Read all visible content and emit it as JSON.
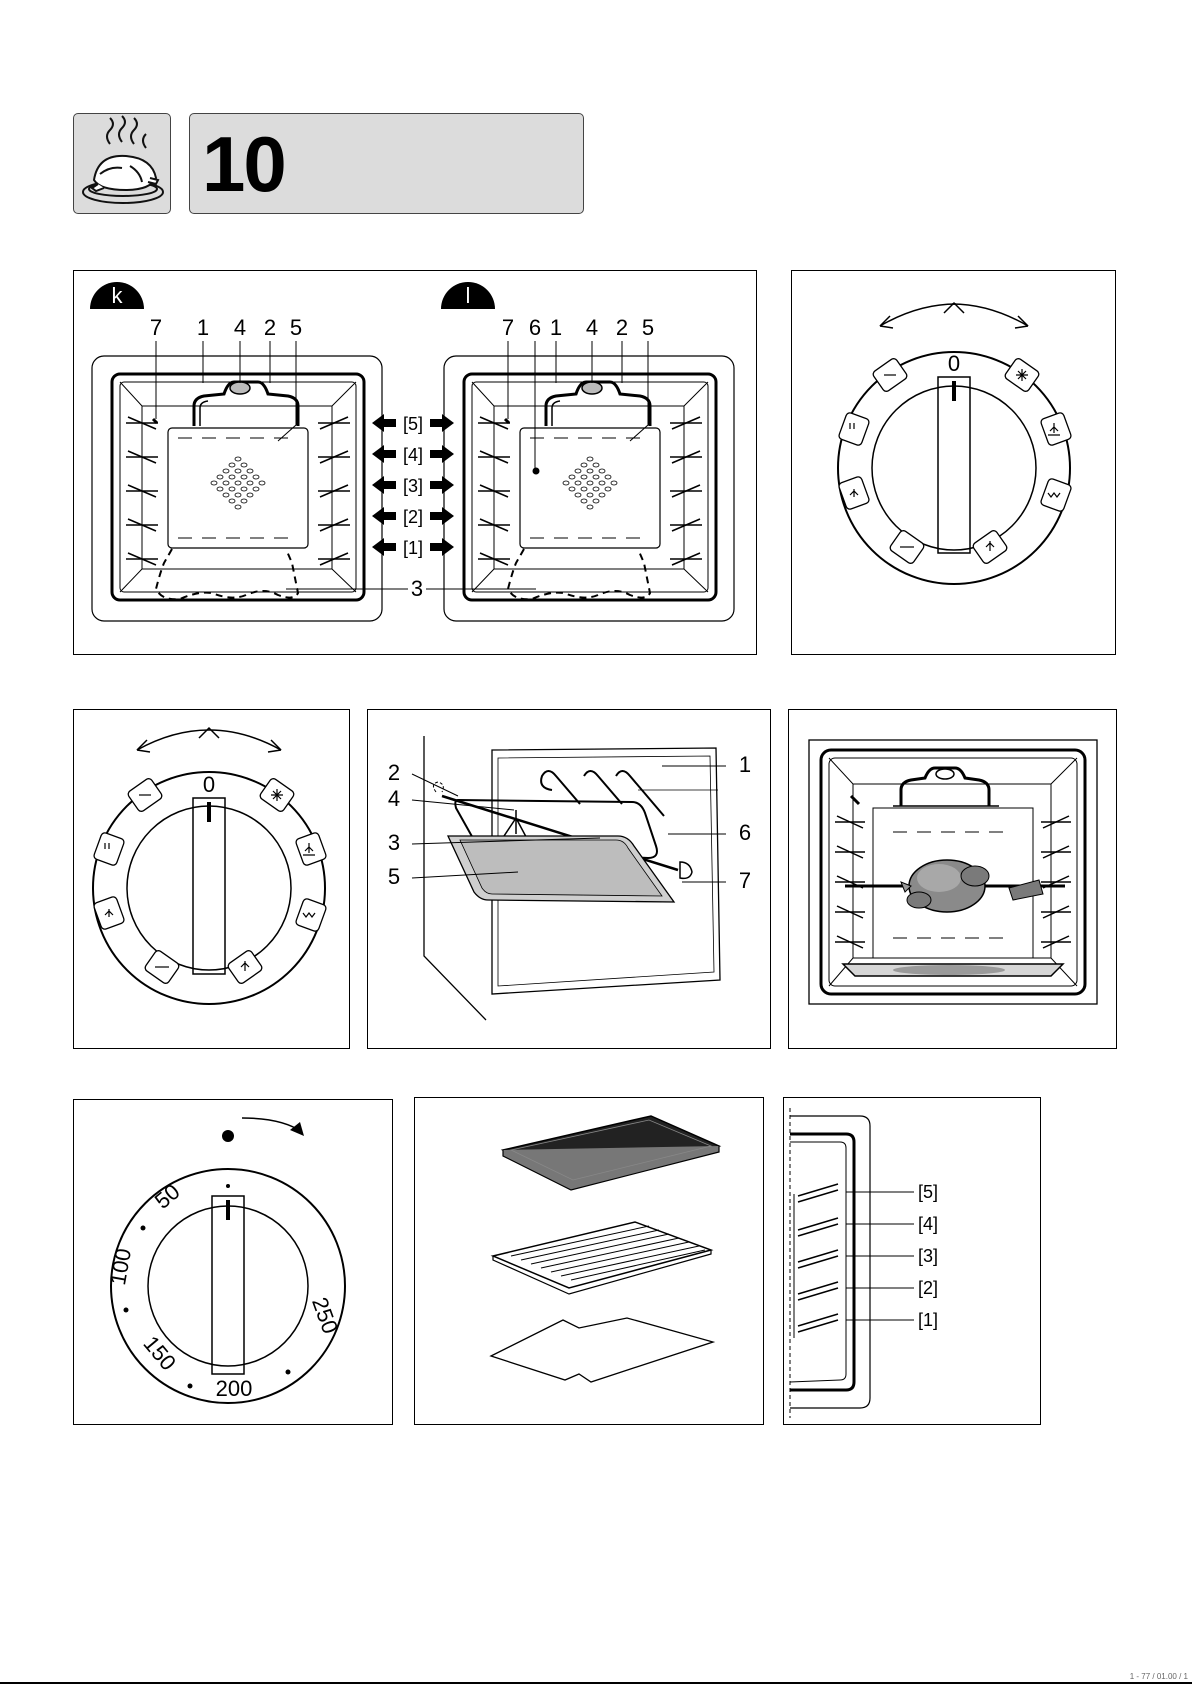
{
  "header": {
    "icon": "roast-chicken-icon",
    "page_number": "10"
  },
  "oven_diagram": {
    "badge_left": "k",
    "badge_right": "l",
    "left_labels": [
      "7",
      "1",
      "4",
      "2",
      "5"
    ],
    "right_labels": [
      "7",
      "6",
      "1",
      "4",
      "2",
      "5"
    ],
    "levels": [
      "[5]",
      "[4]",
      "[3]",
      "[2]",
      "[1]"
    ],
    "bottom_label": "3",
    "inner_point_label": "6"
  },
  "function_dial_1": {
    "zero_label": "0"
  },
  "function_dial_2": {
    "zero_label": "0"
  },
  "grill_diagram": {
    "labels_left": [
      "2",
      "4",
      "3",
      "5"
    ],
    "labels_right": [
      "1",
      "6",
      "7"
    ]
  },
  "rotisserie": {
    "icon": "rotisserie-chicken-icon"
  },
  "temperature_dial": {
    "marks": [
      "50",
      "100",
      "150",
      "200",
      "250"
    ]
  },
  "accessories": {
    "items": [
      "baking-tray",
      "wire-rack",
      "baking-sheet"
    ]
  },
  "shelf_levels": {
    "levels": [
      "[5]",
      "[4]",
      "[3]",
      "[2]",
      "[1]"
    ]
  },
  "footer": {
    "code": "1 - 77 / 01.00 / 1"
  }
}
